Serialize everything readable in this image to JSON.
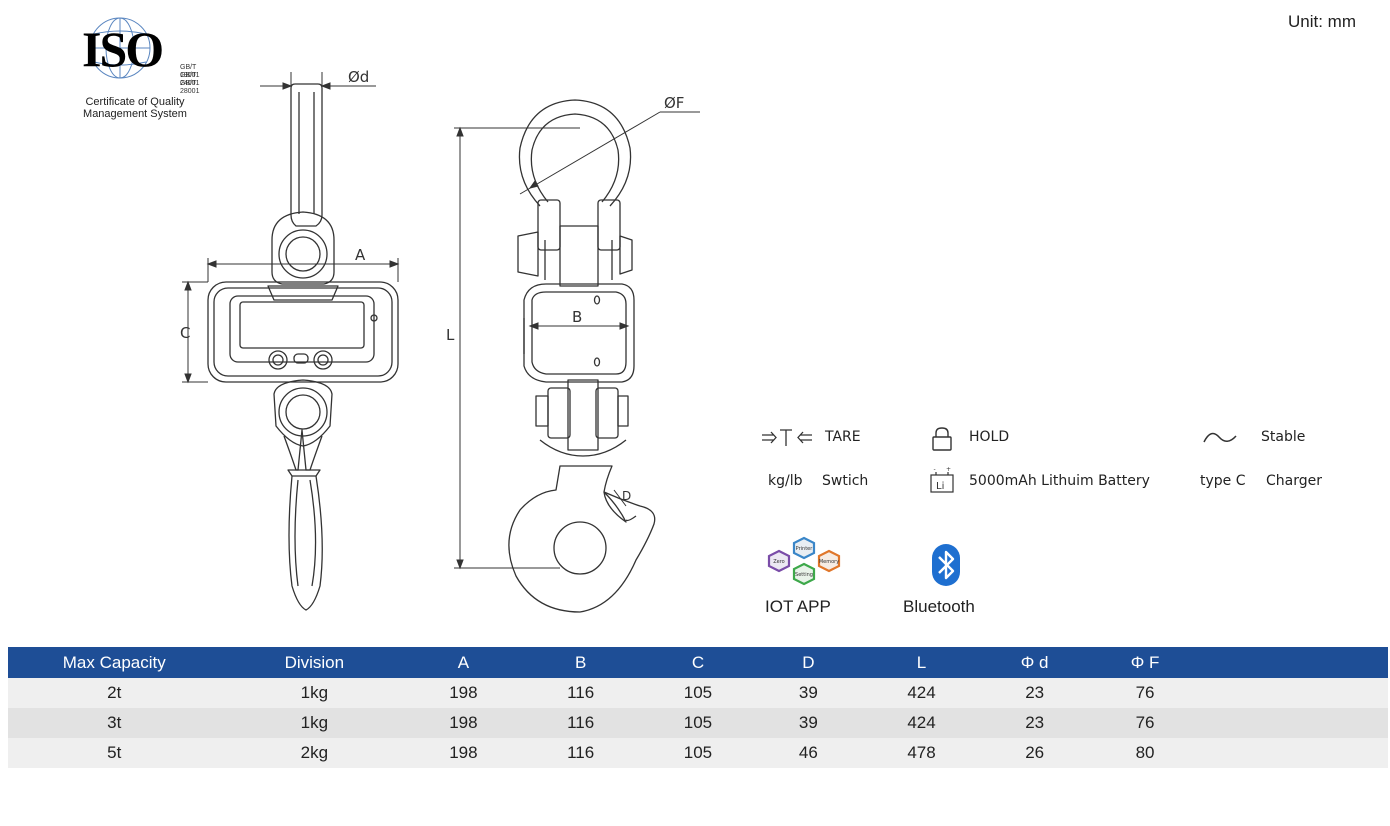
{
  "header": {
    "unit_label": "Unit: mm",
    "iso": {
      "logo_text": "ISO",
      "standards": [
        "GB/T 19001",
        "GB/T 24001",
        "GB/T 28001"
      ],
      "certificate_line1": "Certificate of Quality",
      "certificate_line2": "Management System",
      "color": "#1d5aa0"
    }
  },
  "dimension_labels": {
    "d": "Ød",
    "F": "ØF",
    "A": "A",
    "B": "B",
    "C": "C",
    "L": "L",
    "D": "D"
  },
  "features": [
    {
      "icon": "tare-icon",
      "label": "TARE"
    },
    {
      "icon": "lock-icon",
      "label": "HOLD"
    },
    {
      "icon": "wave-icon",
      "label": "Stable"
    },
    {
      "icon": "kglb-text",
      "prefix": "kg/lb",
      "label": "Swtich"
    },
    {
      "icon": "battery-icon",
      "icon_text": "Li",
      "label": "5000mAh Lithuim Battery"
    },
    {
      "icon": "typec-text",
      "prefix": "type C",
      "label": "Charger"
    }
  ],
  "apps": {
    "iot_label": "IOT APP",
    "iot_hex_labels": [
      "Printer",
      "Zero",
      "Memory",
      "Setting"
    ],
    "bluetooth_label": "Bluetooth",
    "bluetooth_color": "#1e6fd0"
  },
  "table": {
    "header_color": "#1e4e96",
    "columns": [
      "Max Capacity",
      "Division",
      "A",
      "B",
      "C",
      "D",
      "L",
      "Φ d",
      "Φ F"
    ],
    "rows": [
      [
        "2t",
        "1kg",
        "198",
        "116",
        "105",
        "39",
        "424",
        "23",
        "76"
      ],
      [
        "3t",
        "1kg",
        "198",
        "116",
        "105",
        "39",
        "424",
        "23",
        "76"
      ],
      [
        "5t",
        "2kg",
        "198",
        "116",
        "105",
        "46",
        "478",
        "26",
        "80"
      ]
    ]
  }
}
